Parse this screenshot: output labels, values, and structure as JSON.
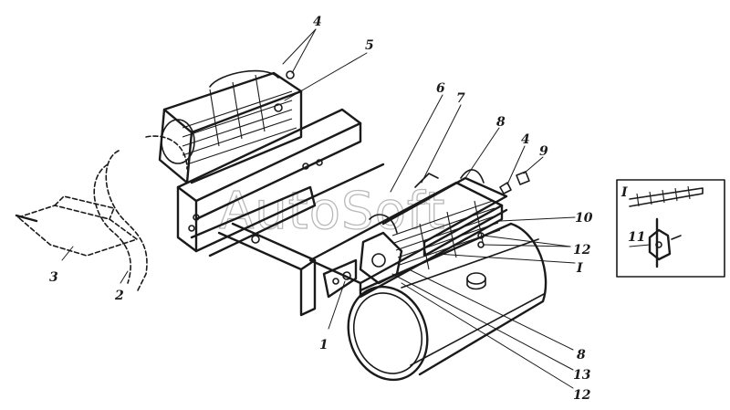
{
  "watermark": "AutoSoft",
  "callouts": [
    {
      "id": "c4top",
      "text": "4"
    },
    {
      "id": "c5",
      "text": "5"
    },
    {
      "id": "c6",
      "text": "6"
    },
    {
      "id": "c7",
      "text": "7"
    },
    {
      "id": "c8top",
      "text": "8"
    },
    {
      "id": "c4right",
      "text": "4"
    },
    {
      "id": "c9",
      "text": "9"
    },
    {
      "id": "c10",
      "text": "10"
    },
    {
      "id": "c12right",
      "text": "12"
    },
    {
      "id": "cIright",
      "text": "I"
    },
    {
      "id": "c3",
      "text": "3"
    },
    {
      "id": "c2",
      "text": "2"
    },
    {
      "id": "c1",
      "text": "1"
    },
    {
      "id": "c8bottom",
      "text": "8"
    },
    {
      "id": "c13",
      "text": "13"
    },
    {
      "id": "c12bottom",
      "text": "12"
    }
  ],
  "inset": {
    "title": "I",
    "callout": "11"
  }
}
